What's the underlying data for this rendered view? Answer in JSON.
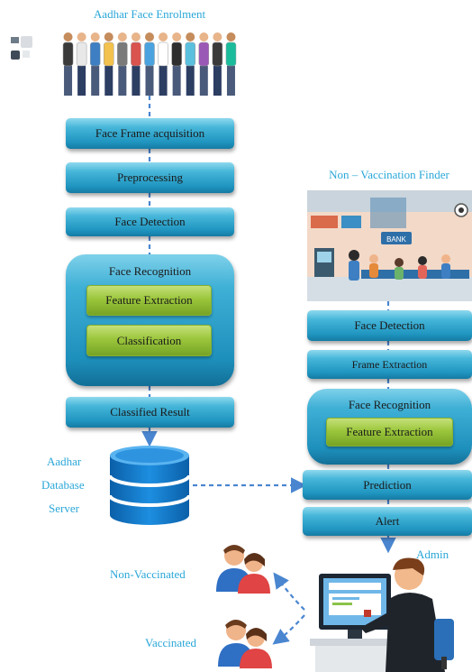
{
  "left_column": {
    "title": "Aadhar Face Enrolment",
    "steps": [
      "Face Frame acquisition",
      "Preprocessing",
      "Face Detection"
    ],
    "recognition": {
      "title": "Face Recognition",
      "sub_steps": [
        "Feature Extraction",
        "Classification"
      ]
    },
    "result": "Classified Result"
  },
  "database": {
    "label_lines": [
      "Aadhar",
      "Database",
      "Server"
    ]
  },
  "right_column": {
    "title": "Non – Vaccination Finder",
    "bank_sign": "BANK",
    "steps": [
      "Face Detection",
      "Frame Extraction"
    ],
    "recognition": {
      "title": "Face Recognition",
      "sub_step": "Feature Extraction"
    },
    "prediction": "Prediction",
    "alert": "Alert"
  },
  "admin": {
    "label": "Admin"
  },
  "outcomes": {
    "non_vaccinated": "Non-Vaccinated",
    "vaccinated": "Vaccinated"
  },
  "colors": {
    "accent_text": "#2aa7d8",
    "box_blue": "#1f95c0",
    "box_green": "#9bc63c",
    "arrow": "#4a86d0"
  }
}
